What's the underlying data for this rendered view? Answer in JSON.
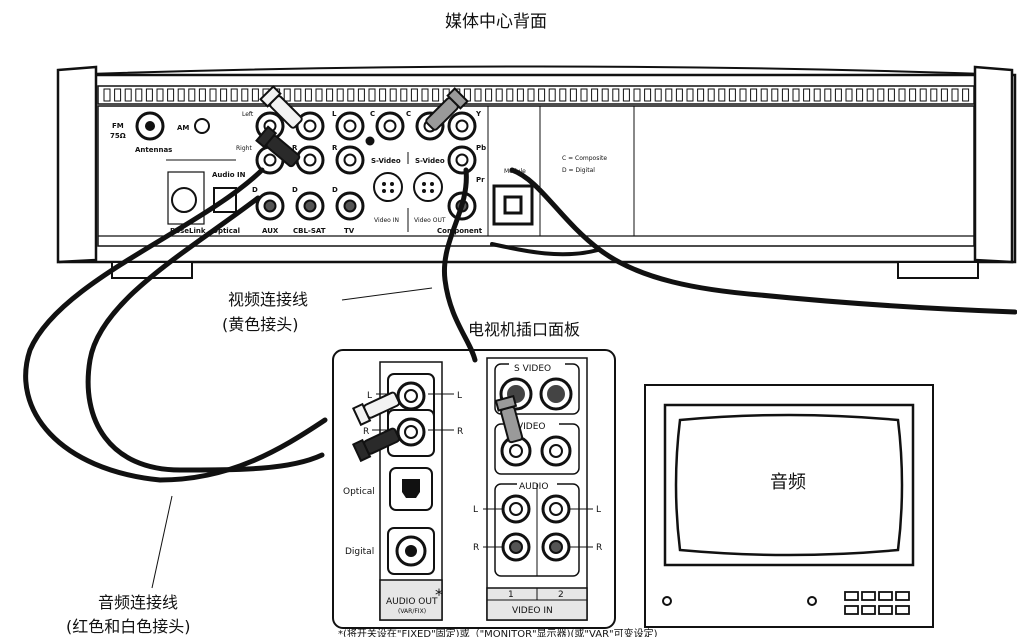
{
  "title": "媒体中心背面",
  "media_center": {
    "fm_label": "FM",
    "fm_ohm": "75Ω",
    "am_label": "AM",
    "antennas_label": "Antennas",
    "left_label": "Left",
    "right_label": "Right",
    "audio_in_label": "Audio IN",
    "bose_link_label": "BoseLink",
    "optical_label": "Optical",
    "aux_label": "AUX",
    "cbl_sat_label": "CBL-SAT",
    "tv_label": "TV",
    "s_video_in_label": "S-Video",
    "s_video_out_label": "S-Video",
    "video_in_label": "Video IN",
    "video_out_label": "Video OUT",
    "component_label": "Component",
    "y_label": "Y",
    "pb_label": "Pb",
    "pr_label": "Pr",
    "c_marker": "C",
    "d_marker": "D",
    "l_marker": "L",
    "r_marker": "R",
    "legend_composite": "C = Composite",
    "legend_digital": "D = Digital",
    "module_label": "Module"
  },
  "labels": {
    "video_cable_line1": "视频连接线",
    "video_cable_line2": "(黄色接头)",
    "tv_panel_title": "电视机插口面板",
    "audio_cable_line1": "音频连接线",
    "audio_cable_line2": "(红色和白色接头)",
    "tv_screen_text": "音频",
    "footnote": "*(将开关设在\"FIXED\"固定)或（\"MONITOR\"显示器)(或\"VAR\"可变设定)"
  },
  "tv_panel": {
    "s_video_label": "S VIDEO",
    "video_label": "VIDEO",
    "audio_label": "AUDIO",
    "l_label": "L",
    "r_label": "R",
    "optical_label": "Optical",
    "digital_label": "Digital",
    "audio_out_label": "AUDIO OUT",
    "audio_out_star": "*",
    "audio_out_sub": "(VAR/FIX)",
    "video_in_label": "VIDEO IN",
    "input_1": "1",
    "input_2": "2"
  },
  "colors": {
    "cable": "#111111",
    "connector_white": "#f2f2f2",
    "connector_dark": "#2a2a2a",
    "connector_gray": "#9a9a9a",
    "panel_fill": "#ffffff"
  }
}
